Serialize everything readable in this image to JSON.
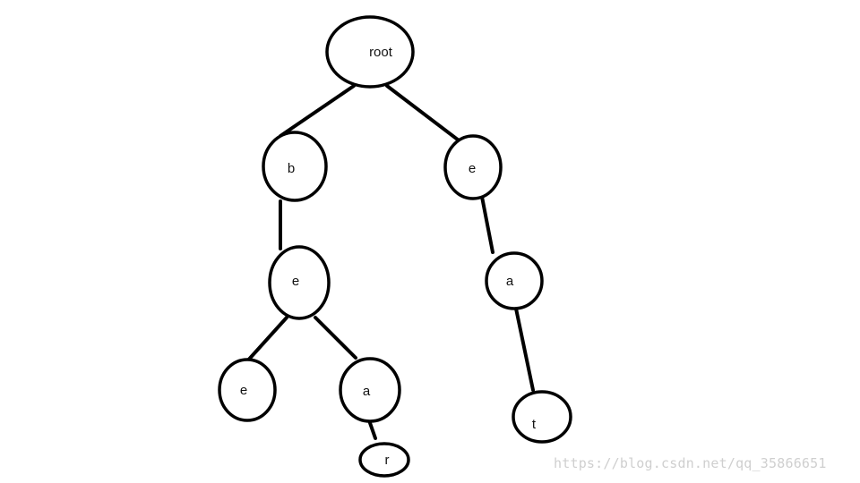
{
  "diagram": {
    "type": "trie",
    "nodes": [
      {
        "id": "root",
        "label": "root"
      },
      {
        "id": "b",
        "label": "b"
      },
      {
        "id": "e1",
        "label": "e"
      },
      {
        "id": "be",
        "label": "e"
      },
      {
        "id": "ea",
        "label": "a"
      },
      {
        "id": "bee",
        "label": "e"
      },
      {
        "id": "bea",
        "label": "a"
      },
      {
        "id": "eat",
        "label": "t"
      },
      {
        "id": "bear",
        "label": "r"
      }
    ],
    "edges": [
      {
        "from": "root",
        "to": "b"
      },
      {
        "from": "root",
        "to": "e1"
      },
      {
        "from": "b",
        "to": "be"
      },
      {
        "from": "e1",
        "to": "ea"
      },
      {
        "from": "be",
        "to": "bee"
      },
      {
        "from": "be",
        "to": "bea"
      },
      {
        "from": "ea",
        "to": "eat"
      },
      {
        "from": "bea",
        "to": "bear"
      }
    ],
    "colors": {
      "stroke": "#000000",
      "background": "#ffffff",
      "watermark": "#cfcfcf"
    }
  },
  "watermark": {
    "text": "https://blog.csdn.net/qq_35866651"
  }
}
